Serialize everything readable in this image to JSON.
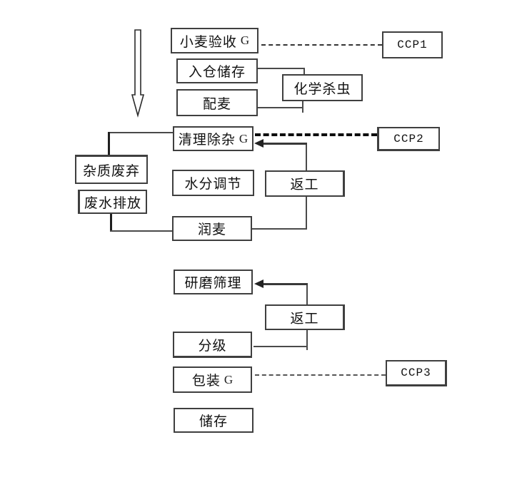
{
  "diagram": {
    "type": "flowchart",
    "language": "zh-CN",
    "colors": {
      "background": "#ffffff",
      "box_border": "#3f3f3f",
      "line": "#4a4a4a",
      "dashed_line_bold": "#0d0d0d",
      "text": "#111111"
    },
    "nodes": {
      "wheat_acceptance": {
        "label": "小麦验收",
        "gmp": "G"
      },
      "ccp1": {
        "label": "CCP1"
      },
      "storage_in": {
        "label": "入仓储存"
      },
      "chemical_insecticide": {
        "label": "化学杀虫"
      },
      "wheat_blending": {
        "label": "配麦"
      },
      "cleaning_impurity_removal": {
        "label": "清理除杂",
        "gmp": "G"
      },
      "ccp2": {
        "label": "CCP2"
      },
      "impurity_disposal": {
        "label": "杂质废弃"
      },
      "moisture_adjustment": {
        "label": "水分调节"
      },
      "rework_1": {
        "label": "返工"
      },
      "wastewater_discharge": {
        "label": "废水排放"
      },
      "wheat_tempering": {
        "label": "润麦"
      },
      "grinding_sieving": {
        "label": "研磨筛理"
      },
      "rework_2": {
        "label": "返工"
      },
      "grading": {
        "label": "分级"
      },
      "packaging": {
        "label": "包装",
        "gmp": "G"
      },
      "ccp3": {
        "label": "CCP3"
      },
      "final_storage": {
        "label": "储存"
      }
    }
  }
}
